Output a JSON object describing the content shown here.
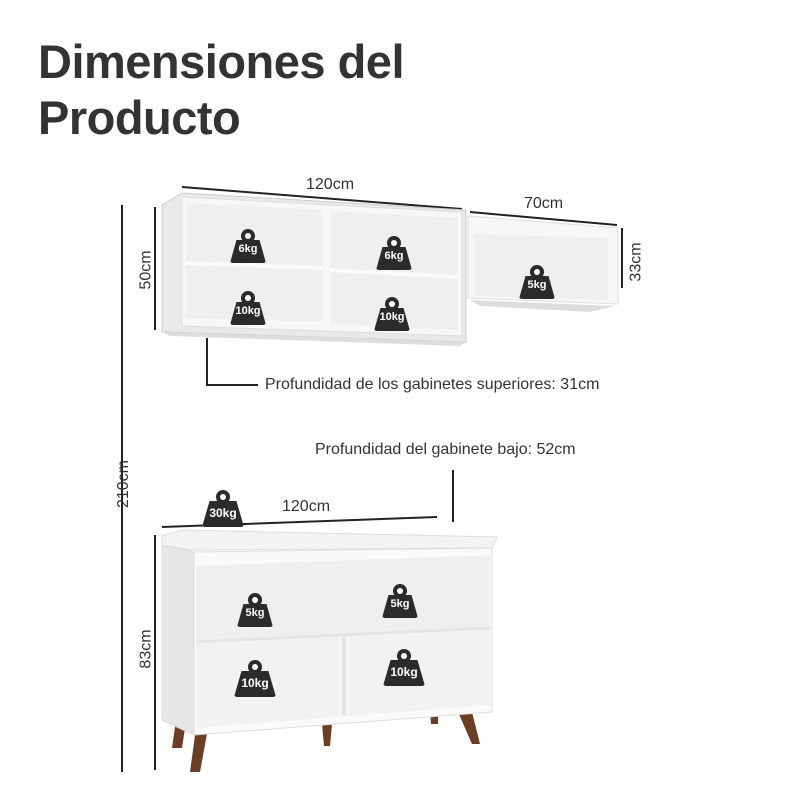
{
  "title": {
    "line1": "Dimensiones del",
    "line2": "Producto"
  },
  "dimensions": {
    "total_height": "210cm",
    "upper_large_width": "120cm",
    "upper_large_height": "50cm",
    "upper_small_width": "70cm",
    "upper_small_height": "33cm",
    "upper_depth": "Profundidad de los gabinetes superiores: 31cm",
    "lower_depth": "Profundidad del gabinete bajo: 52cm",
    "lower_width": "120cm",
    "lower_height": "83cm"
  },
  "weights": {
    "upper_left_top": "6kg",
    "upper_right_top": "6kg",
    "upper_left_bottom": "10kg",
    "upper_right_bottom": "10kg",
    "upper_small": "5kg",
    "lower_top": "30kg",
    "lower_left_shelf": "5kg",
    "lower_right_shelf": "5kg",
    "lower_left_bottom": "10kg",
    "lower_right_bottom": "10kg"
  },
  "colors": {
    "weight_icon": "#2b2b2b",
    "legs": "#6b3e26",
    "furniture": "#f4f4f4"
  }
}
